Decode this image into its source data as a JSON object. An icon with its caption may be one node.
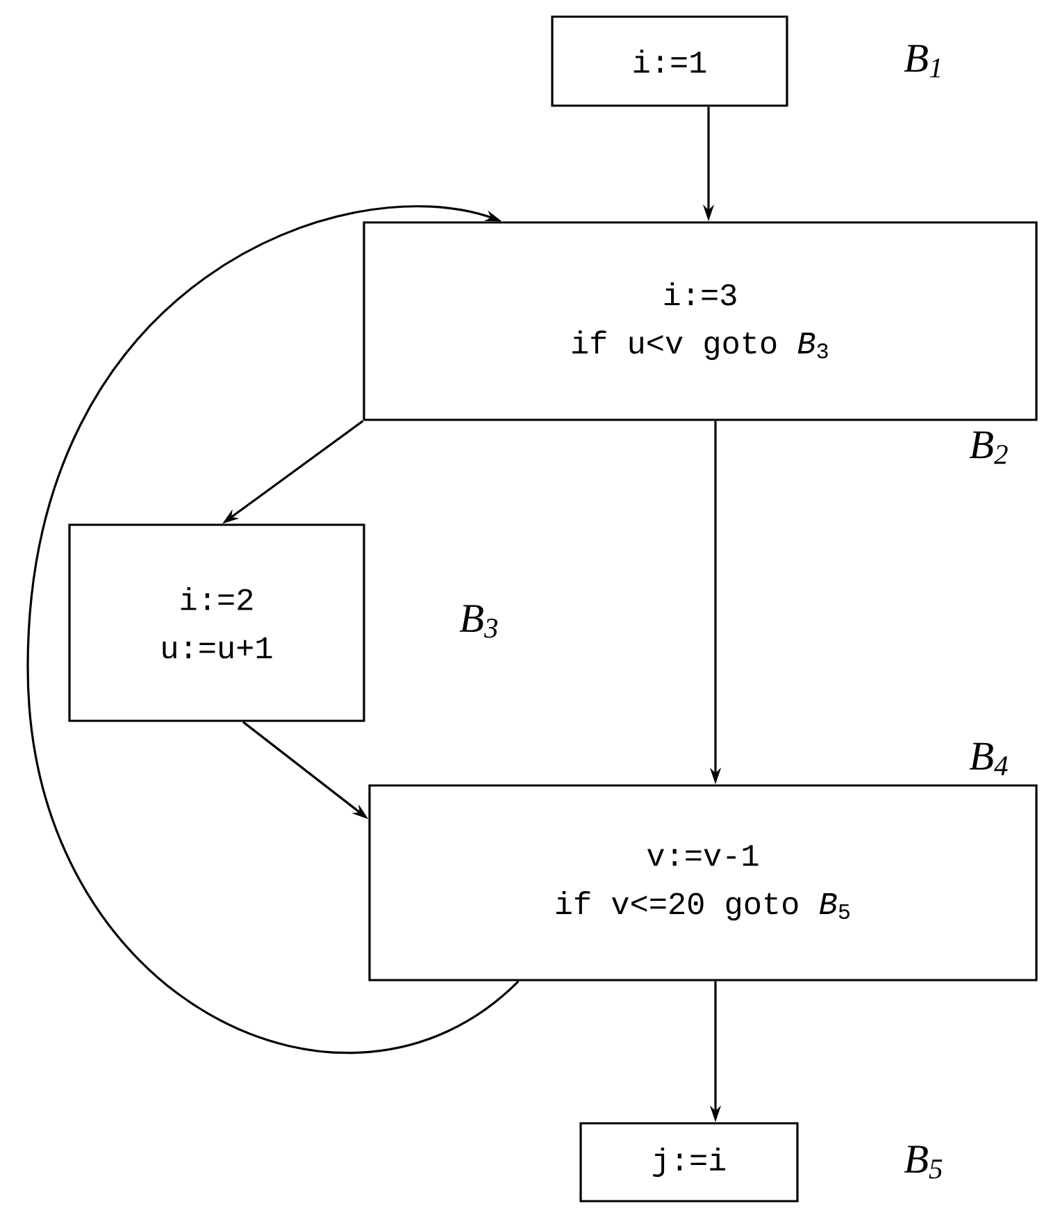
{
  "diagram": {
    "nodes": [
      {
        "text": [
          "i:=1"
        ],
        "beside": [
          "*B*$_{1}$"
        ]
      },
      {
        "text": [
          "i:=3",
          "if u<v goto *B*$_{3}$"
        ],
        "beside": [
          "*B*$_{2}$"
        ]
      },
      {
        "text": [
          "i:=2",
          "u:=u+1"
        ],
        "beside": [
          "*B*$_{3}$"
        ]
      },
      {
        "text": [
          "v:=v-1",
          "if v<=20 goto *B*$_{5}$"
        ],
        "beside": [
          "*B*$_{4}$"
        ]
      },
      {
        "text": [
          "j:=i"
        ],
        "beside": [
          "*B*$_{5}$"
        ]
      }
    ],
    "edges": [
      {
        "from": 0,
        "to": 1,
        "arrow": "to"
      },
      {
        "from": 1,
        "to": 2,
        "arrow": "to"
      },
      {
        "from": 1,
        "to": 3,
        "arrow": "to"
      },
      {
        "from": 2,
        "to": 3,
        "arrow": "to"
      },
      {
        "from": 3,
        "to": 4,
        "arrow": "to"
      },
      {
        "from": 3,
        "to": 1,
        "arrow": "to"
      }
    ]
  }
}
